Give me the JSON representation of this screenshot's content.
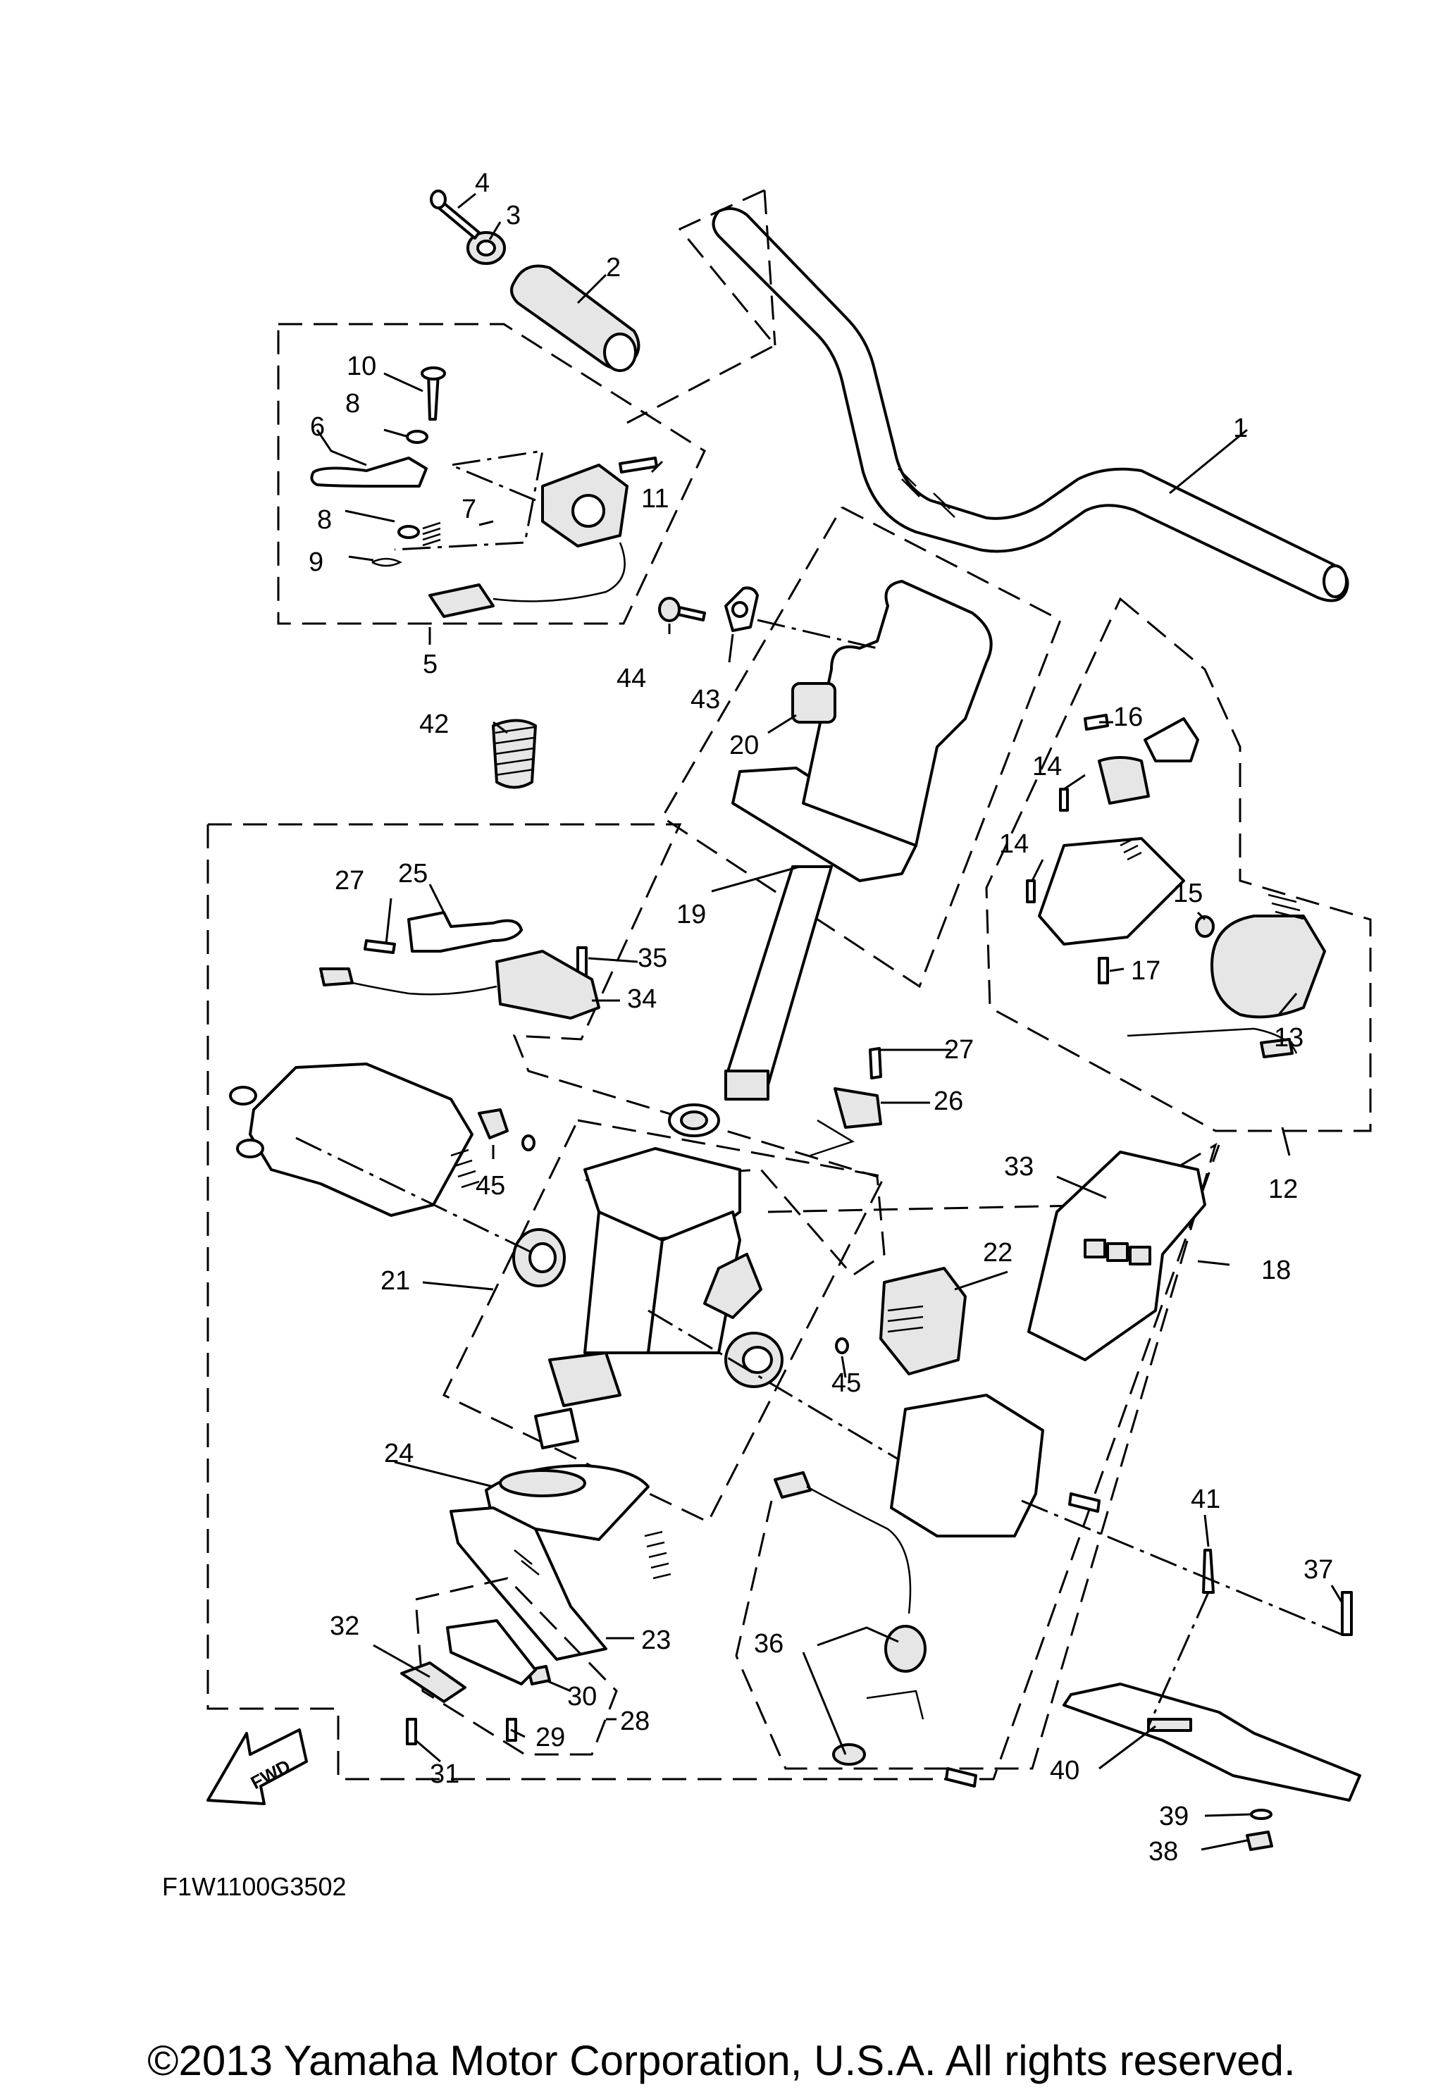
{
  "diagram_code": "F1W1100G3502",
  "copyright": "©2013 Yamaha Motor Corporation, U.S.A. All rights reserved.",
  "fwd_label": "FWD",
  "part_labels": [
    "1",
    "2",
    "3",
    "4",
    "5",
    "6",
    "7",
    "8",
    "8",
    "9",
    "10",
    "11",
    "12",
    "13",
    "14",
    "14",
    "15",
    "16",
    "17",
    "18",
    "19",
    "20",
    "21",
    "22",
    "23",
    "24",
    "25",
    "26",
    "27",
    "27",
    "28",
    "29",
    "30",
    "31",
    "32",
    "33",
    "34",
    "35",
    "36",
    "37",
    "38",
    "39",
    "40",
    "41",
    "42",
    "43",
    "44",
    "45",
    "45"
  ]
}
